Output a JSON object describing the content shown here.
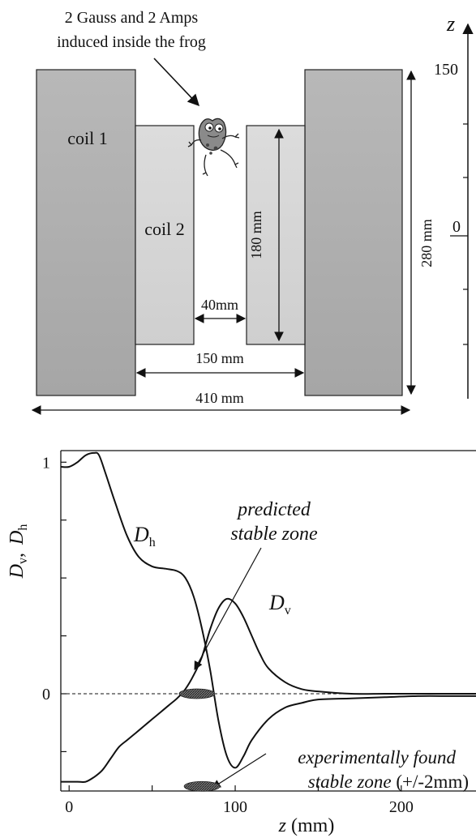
{
  "top": {
    "annotation_line1": "2 Gauss and 2 Amps",
    "annotation_line2": "induced inside the frog",
    "coil1_label": "coil 1",
    "coil2_label": "coil 2",
    "dim_180": "180 mm",
    "dim_280": "280 mm",
    "dim_40": "40mm",
    "dim_150": "150 mm",
    "dim_410": "410 mm",
    "z_axis_label": "z",
    "z_tick_150": "150",
    "z_tick_0": "0"
  },
  "chart_data": {
    "type": "line",
    "xlabel_var": "z",
    "xlabel_unit": " (mm)",
    "ylabel_v": "D",
    "ylabel_v_sub": "v",
    "ylabel_sep": ",",
    "ylabel_h": "D",
    "ylabel_h_sub": "h",
    "x_ticks": [
      "0",
      "100",
      "200"
    ],
    "y_ticks": [
      "1",
      "0"
    ],
    "xlim": [
      -5,
      245
    ],
    "ylim": [
      -0.42,
      1.05
    ],
    "series": [
      {
        "name": "Dh",
        "x": [
          -5,
          0,
          5,
          10,
          15,
          18,
          22,
          28,
          35,
          42,
          50,
          58,
          65,
          70,
          75,
          80,
          85,
          90,
          95,
          100,
          105,
          110,
          120,
          130,
          140,
          150,
          170,
          190,
          210,
          230,
          245
        ],
        "y": [
          0.98,
          0.98,
          1.0,
          1.03,
          1.04,
          1.03,
          0.95,
          0.82,
          0.68,
          0.59,
          0.55,
          0.54,
          0.53,
          0.5,
          0.42,
          0.28,
          0.1,
          -0.12,
          -0.27,
          -0.32,
          -0.27,
          -0.2,
          -0.11,
          -0.06,
          -0.04,
          -0.025,
          -0.02,
          -0.015,
          -0.01,
          -0.01,
          -0.01
        ]
      },
      {
        "name": "Dv",
        "x": [
          -5,
          0,
          5,
          10,
          15,
          20,
          25,
          30,
          35,
          40,
          45,
          50,
          55,
          60,
          65,
          70,
          75,
          80,
          85,
          90,
          95,
          100,
          105,
          110,
          115,
          120,
          130,
          140,
          150,
          170,
          190,
          210,
          230,
          245
        ],
        "y": [
          -0.38,
          -0.38,
          -0.38,
          -0.38,
          -0.36,
          -0.33,
          -0.28,
          -0.23,
          -0.2,
          -0.17,
          -0.14,
          -0.11,
          -0.08,
          -0.05,
          -0.02,
          0.02,
          0.08,
          0.16,
          0.28,
          0.37,
          0.41,
          0.39,
          0.33,
          0.25,
          0.17,
          0.11,
          0.05,
          0.02,
          0.01,
          0.0,
          0.0,
          0.0,
          0.0,
          0.0
        ]
      }
    ],
    "series_labels": {
      "dh_main": "D",
      "dh_sub": "h",
      "dv_main": "D",
      "dv_sub": "v"
    },
    "annotations": {
      "predicted_1": "predicted",
      "predicted_2": "stable zone",
      "found_1": "experimentally found",
      "found_2": "stable zone",
      "found_tol": " (+/-2mm)"
    },
    "zones": {
      "predicted": {
        "center_x": 77,
        "y": 0
      },
      "experimental": {
        "center_x": 80,
        "y": -0.4
      }
    },
    "zero_line": 0
  }
}
